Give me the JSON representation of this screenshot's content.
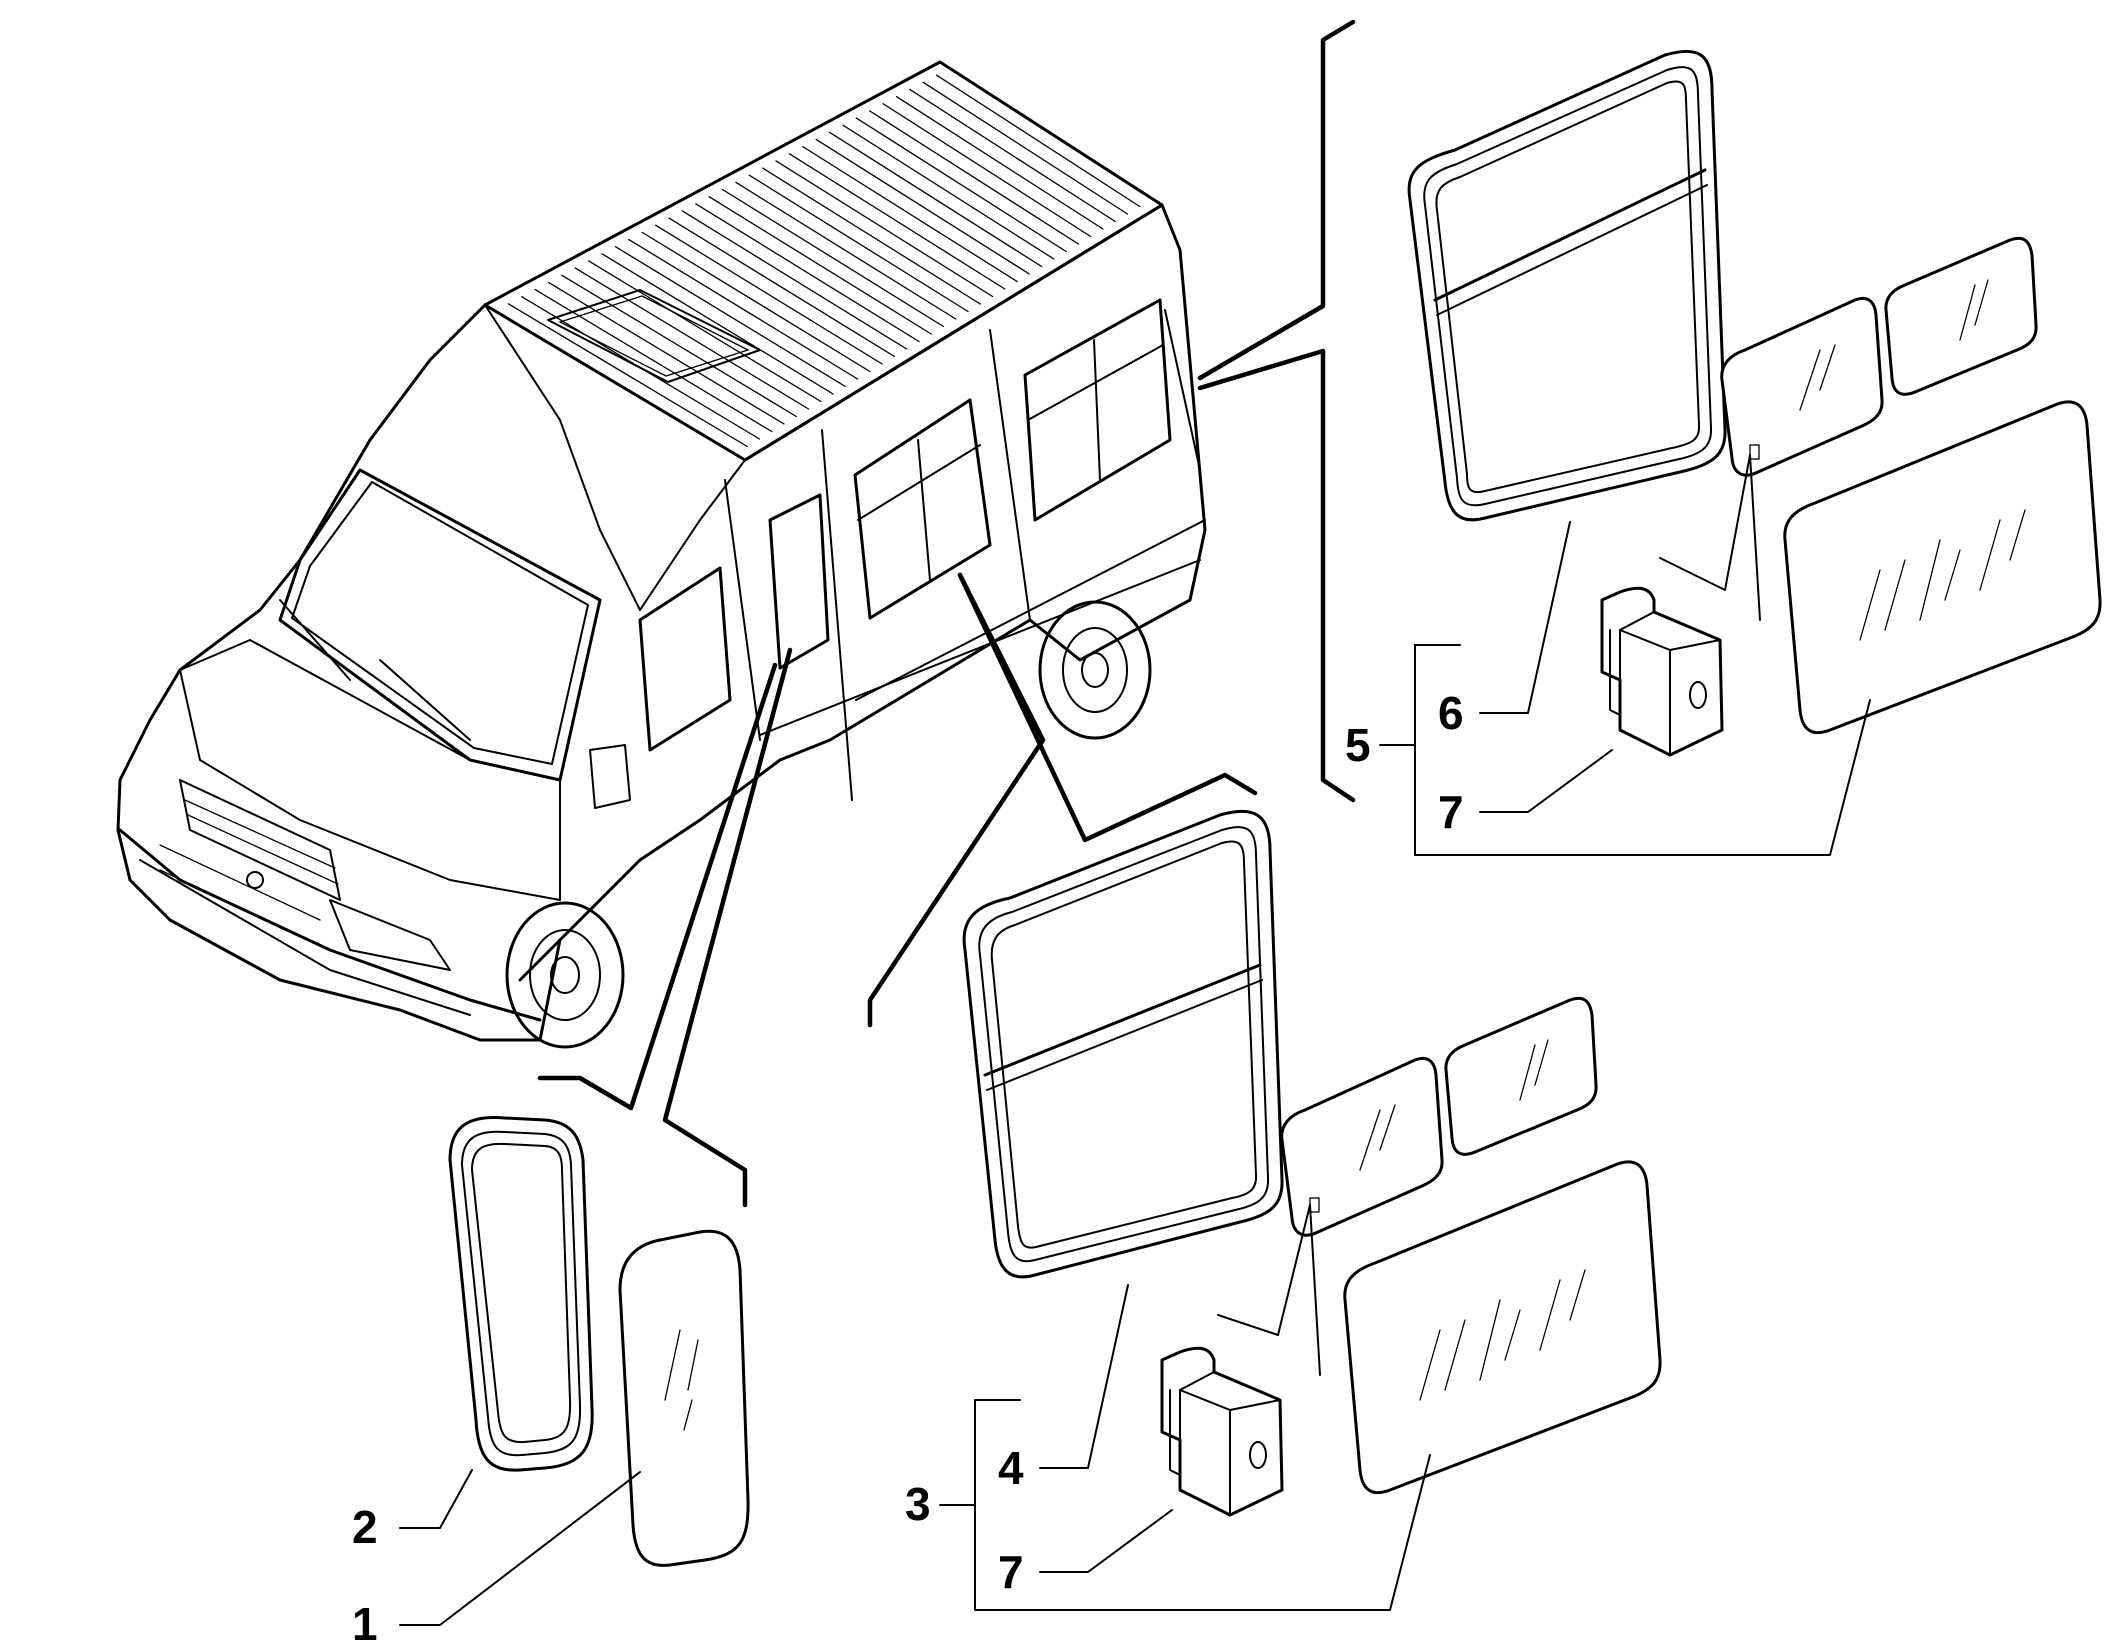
{
  "diagram": {
    "callouts": {
      "c1": "1",
      "c2": "2",
      "c3": "3",
      "c4": "4",
      "c5": "5",
      "c6": "6",
      "c7a": "7",
      "c7b": "7"
    }
  }
}
